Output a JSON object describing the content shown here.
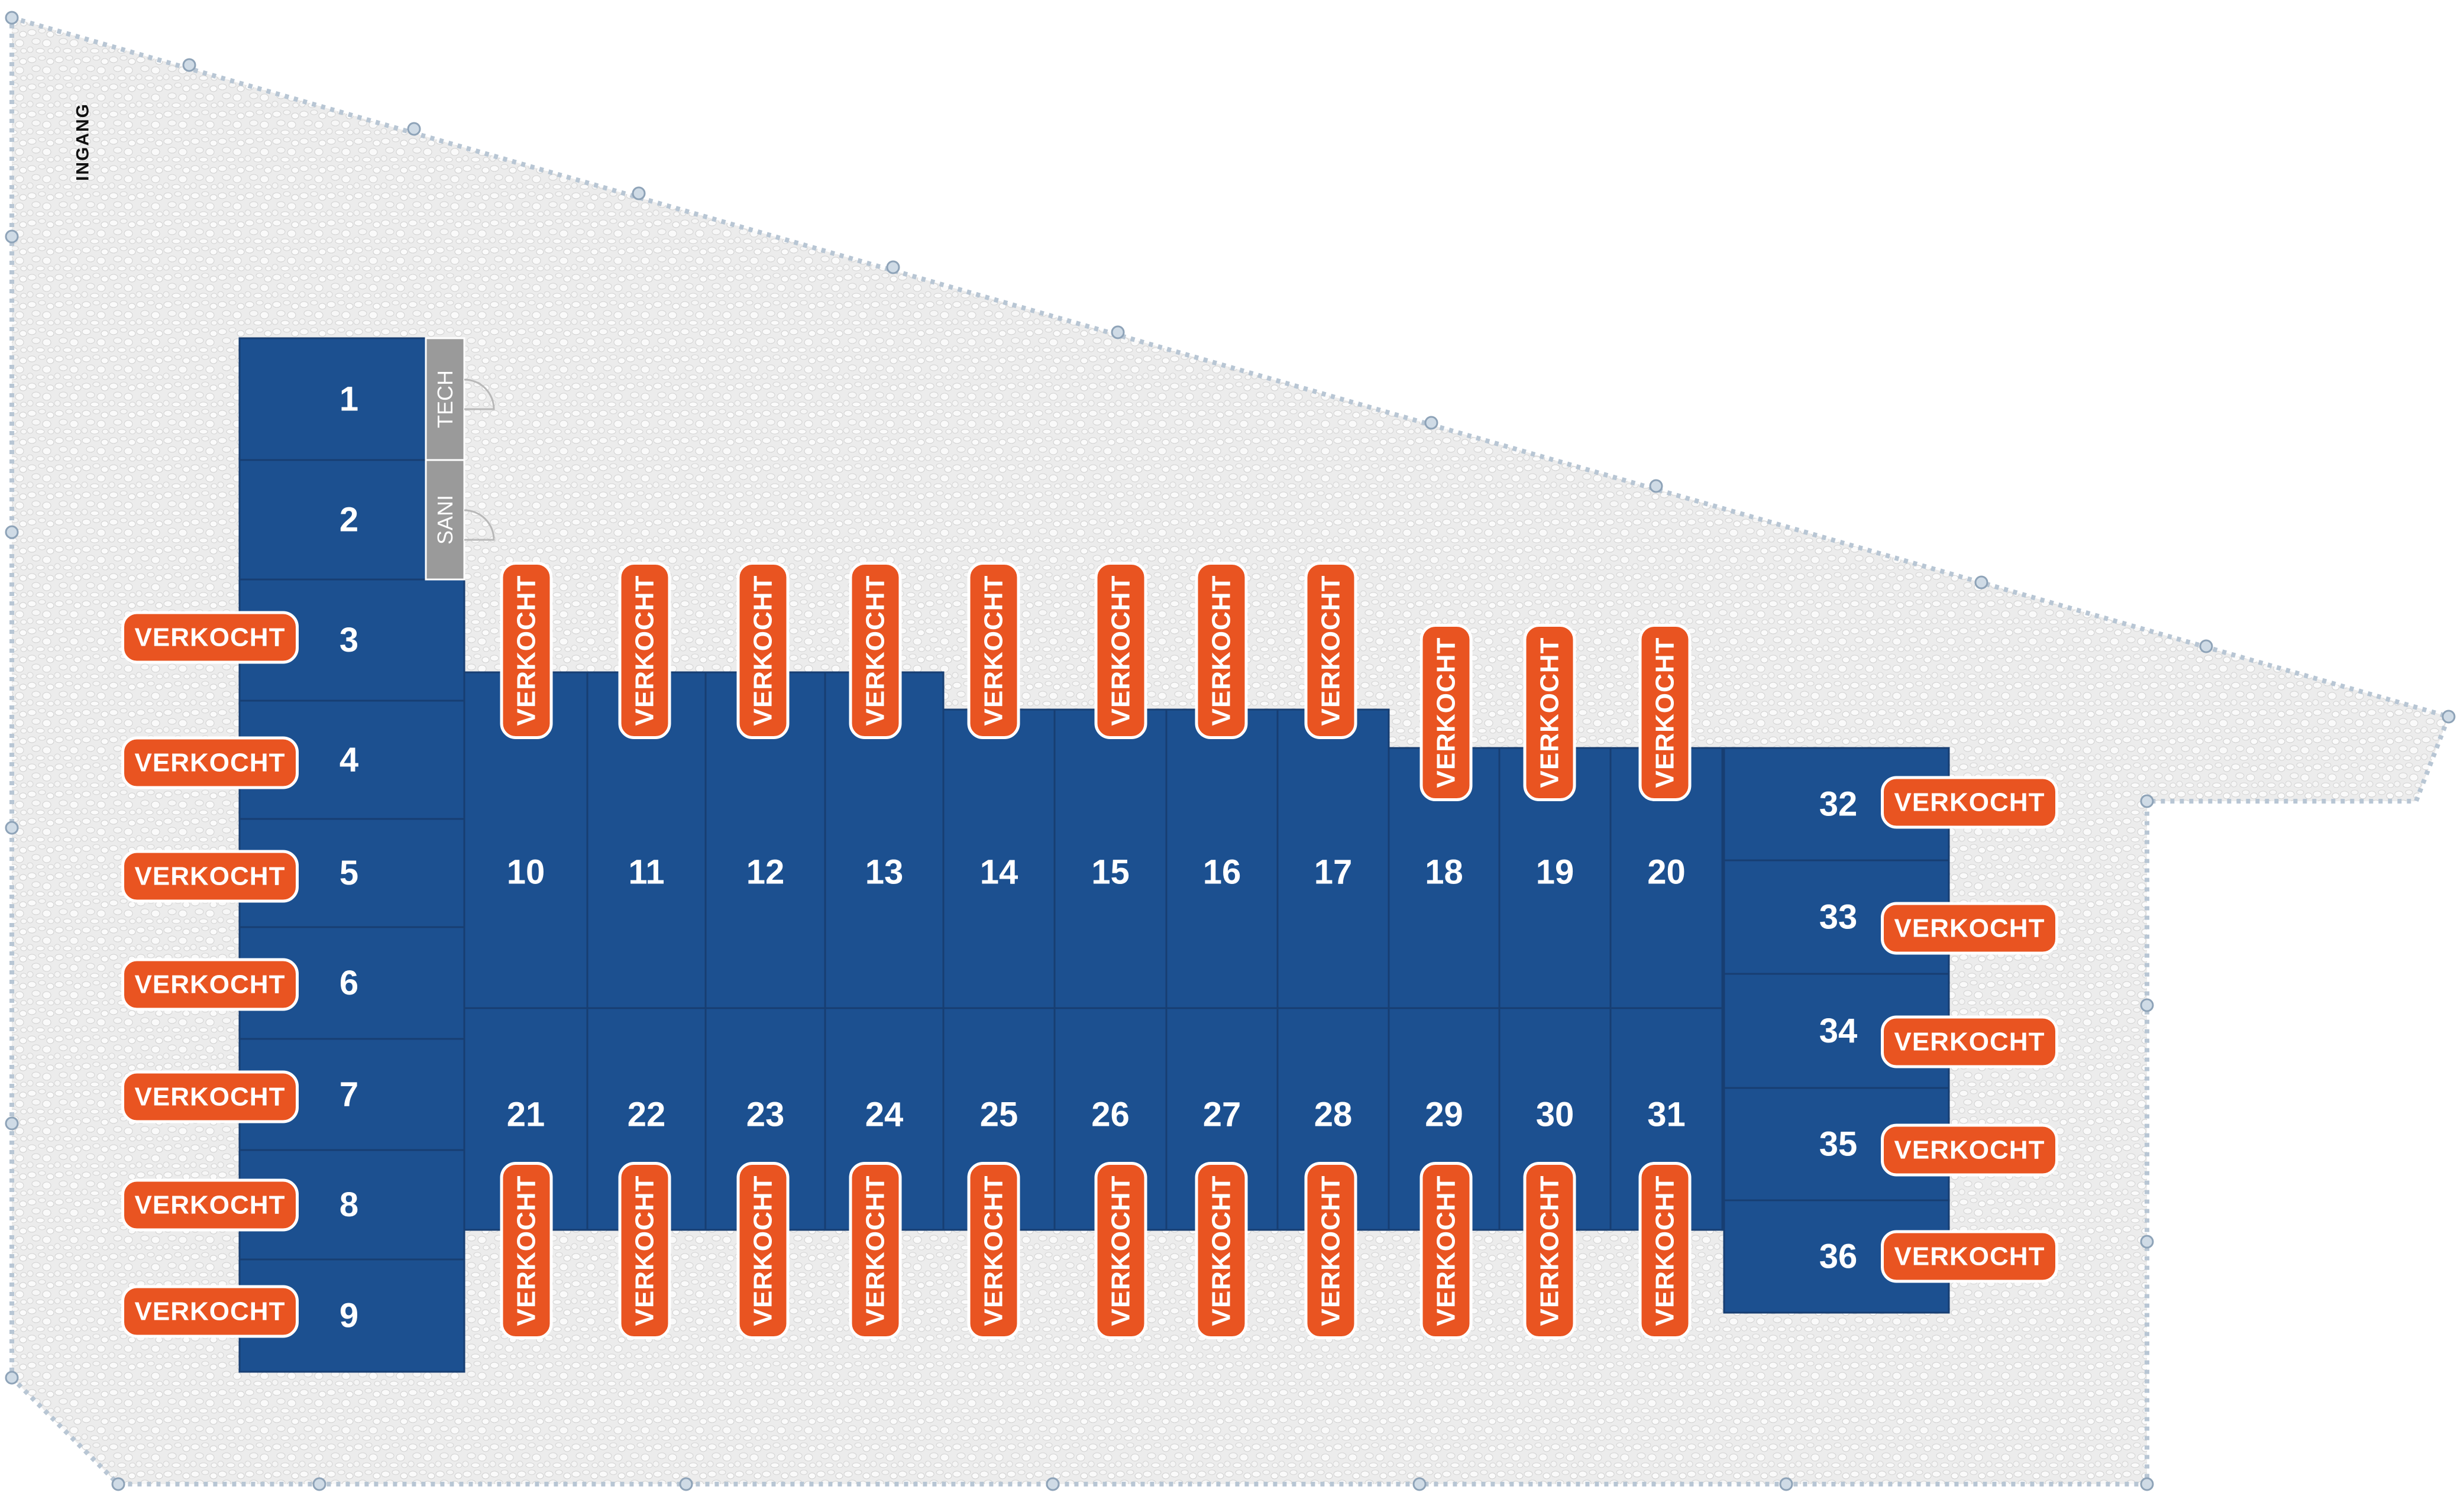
{
  "colors": {
    "unit": "#1c5090",
    "sold_badge": "#e95421",
    "utility": "#9a9a9a",
    "gravel": "#ececec"
  },
  "entrance_label": "INGANG",
  "utility_rooms": [
    {
      "label": "TECH"
    },
    {
      "label": "SANI"
    }
  ],
  "units": [
    {
      "number": "1",
      "status": ""
    },
    {
      "number": "2",
      "status": ""
    },
    {
      "number": "3",
      "status": "VERKOCHT"
    },
    {
      "number": "4",
      "status": "VERKOCHT"
    },
    {
      "number": "5",
      "status": "VERKOCHT"
    },
    {
      "number": "6",
      "status": "VERKOCHT"
    },
    {
      "number": "7",
      "status": "VERKOCHT"
    },
    {
      "number": "8",
      "status": "VERKOCHT"
    },
    {
      "number": "9",
      "status": "VERKOCHT"
    },
    {
      "number": "10",
      "status": "VERKOCHT"
    },
    {
      "number": "11",
      "status": "VERKOCHT"
    },
    {
      "number": "12",
      "status": "VERKOCHT"
    },
    {
      "number": "13",
      "status": "VERKOCHT"
    },
    {
      "number": "14",
      "status": "VERKOCHT"
    },
    {
      "number": "15",
      "status": "VERKOCHT"
    },
    {
      "number": "16",
      "status": "VERKOCHT"
    },
    {
      "number": "17",
      "status": "VERKOCHT"
    },
    {
      "number": "18",
      "status": "VERKOCHT"
    },
    {
      "number": "19",
      "status": "VERKOCHT"
    },
    {
      "number": "20",
      "status": "VERKOCHT"
    },
    {
      "number": "21",
      "status": "VERKOCHT"
    },
    {
      "number": "22",
      "status": "VERKOCHT"
    },
    {
      "number": "23",
      "status": "VERKOCHT"
    },
    {
      "number": "24",
      "status": "VERKOCHT"
    },
    {
      "number": "25",
      "status": "VERKOCHT"
    },
    {
      "number": "26",
      "status": "VERKOCHT"
    },
    {
      "number": "27",
      "status": "VERKOCHT"
    },
    {
      "number": "28",
      "status": "VERKOCHT"
    },
    {
      "number": "29",
      "status": "VERKOCHT"
    },
    {
      "number": "30",
      "status": "VERKOCHT"
    },
    {
      "number": "31",
      "status": "VERKOCHT"
    },
    {
      "number": "32",
      "status": "VERKOCHT"
    },
    {
      "number": "33",
      "status": "VERKOCHT"
    },
    {
      "number": "34",
      "status": "VERKOCHT"
    },
    {
      "number": "35",
      "status": "VERKOCHT"
    },
    {
      "number": "36",
      "status": "VERKOCHT"
    }
  ]
}
